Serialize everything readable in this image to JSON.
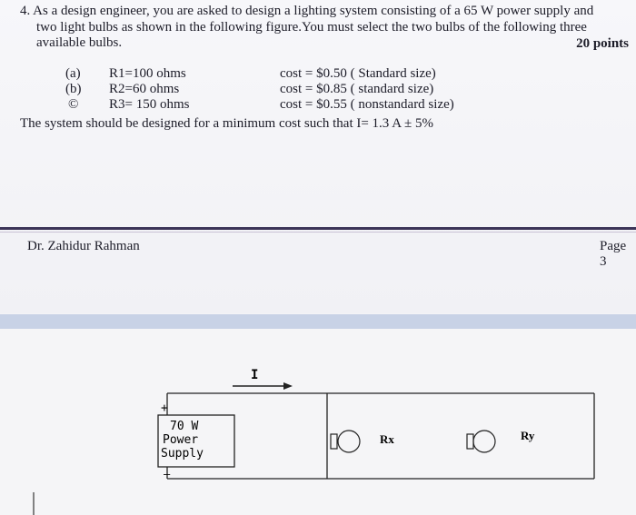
{
  "question": {
    "line1": "4. As a design engineer, you are asked to design a lighting system consisting of a 65 W power supply and",
    "line2": "two light bulbs as shown in the following figure.You must select the two bulbs of the following three",
    "line3": "available bulbs.",
    "points": "20 points"
  },
  "options": [
    {
      "label": "(a)",
      "resistor": "R1=100 ohms",
      "cost": "cost = $0.50 ( Standard size)"
    },
    {
      "label": "(b)",
      "resistor": "R2=60 ohms",
      "cost": "cost = $0.85 ( standard size)"
    },
    {
      "label": "©",
      "resistor": "R3= 150 ohms",
      "cost": "cost = $0.55 ( nonstandard size)"
    }
  ],
  "constraint": "The system should be designed for a minimum cost such that I= 1.3 A ± 5%",
  "footer": {
    "author": "Dr. Zahidur Rahman",
    "page": "Page 3"
  },
  "circuit": {
    "current_label": "I",
    "plus_label": "+",
    "minus_label": "—",
    "supply_line1": "70 W",
    "supply_line2": "Power",
    "supply_line3": "Supply",
    "rx_label": "Rx",
    "ry_label": "Ry"
  }
}
